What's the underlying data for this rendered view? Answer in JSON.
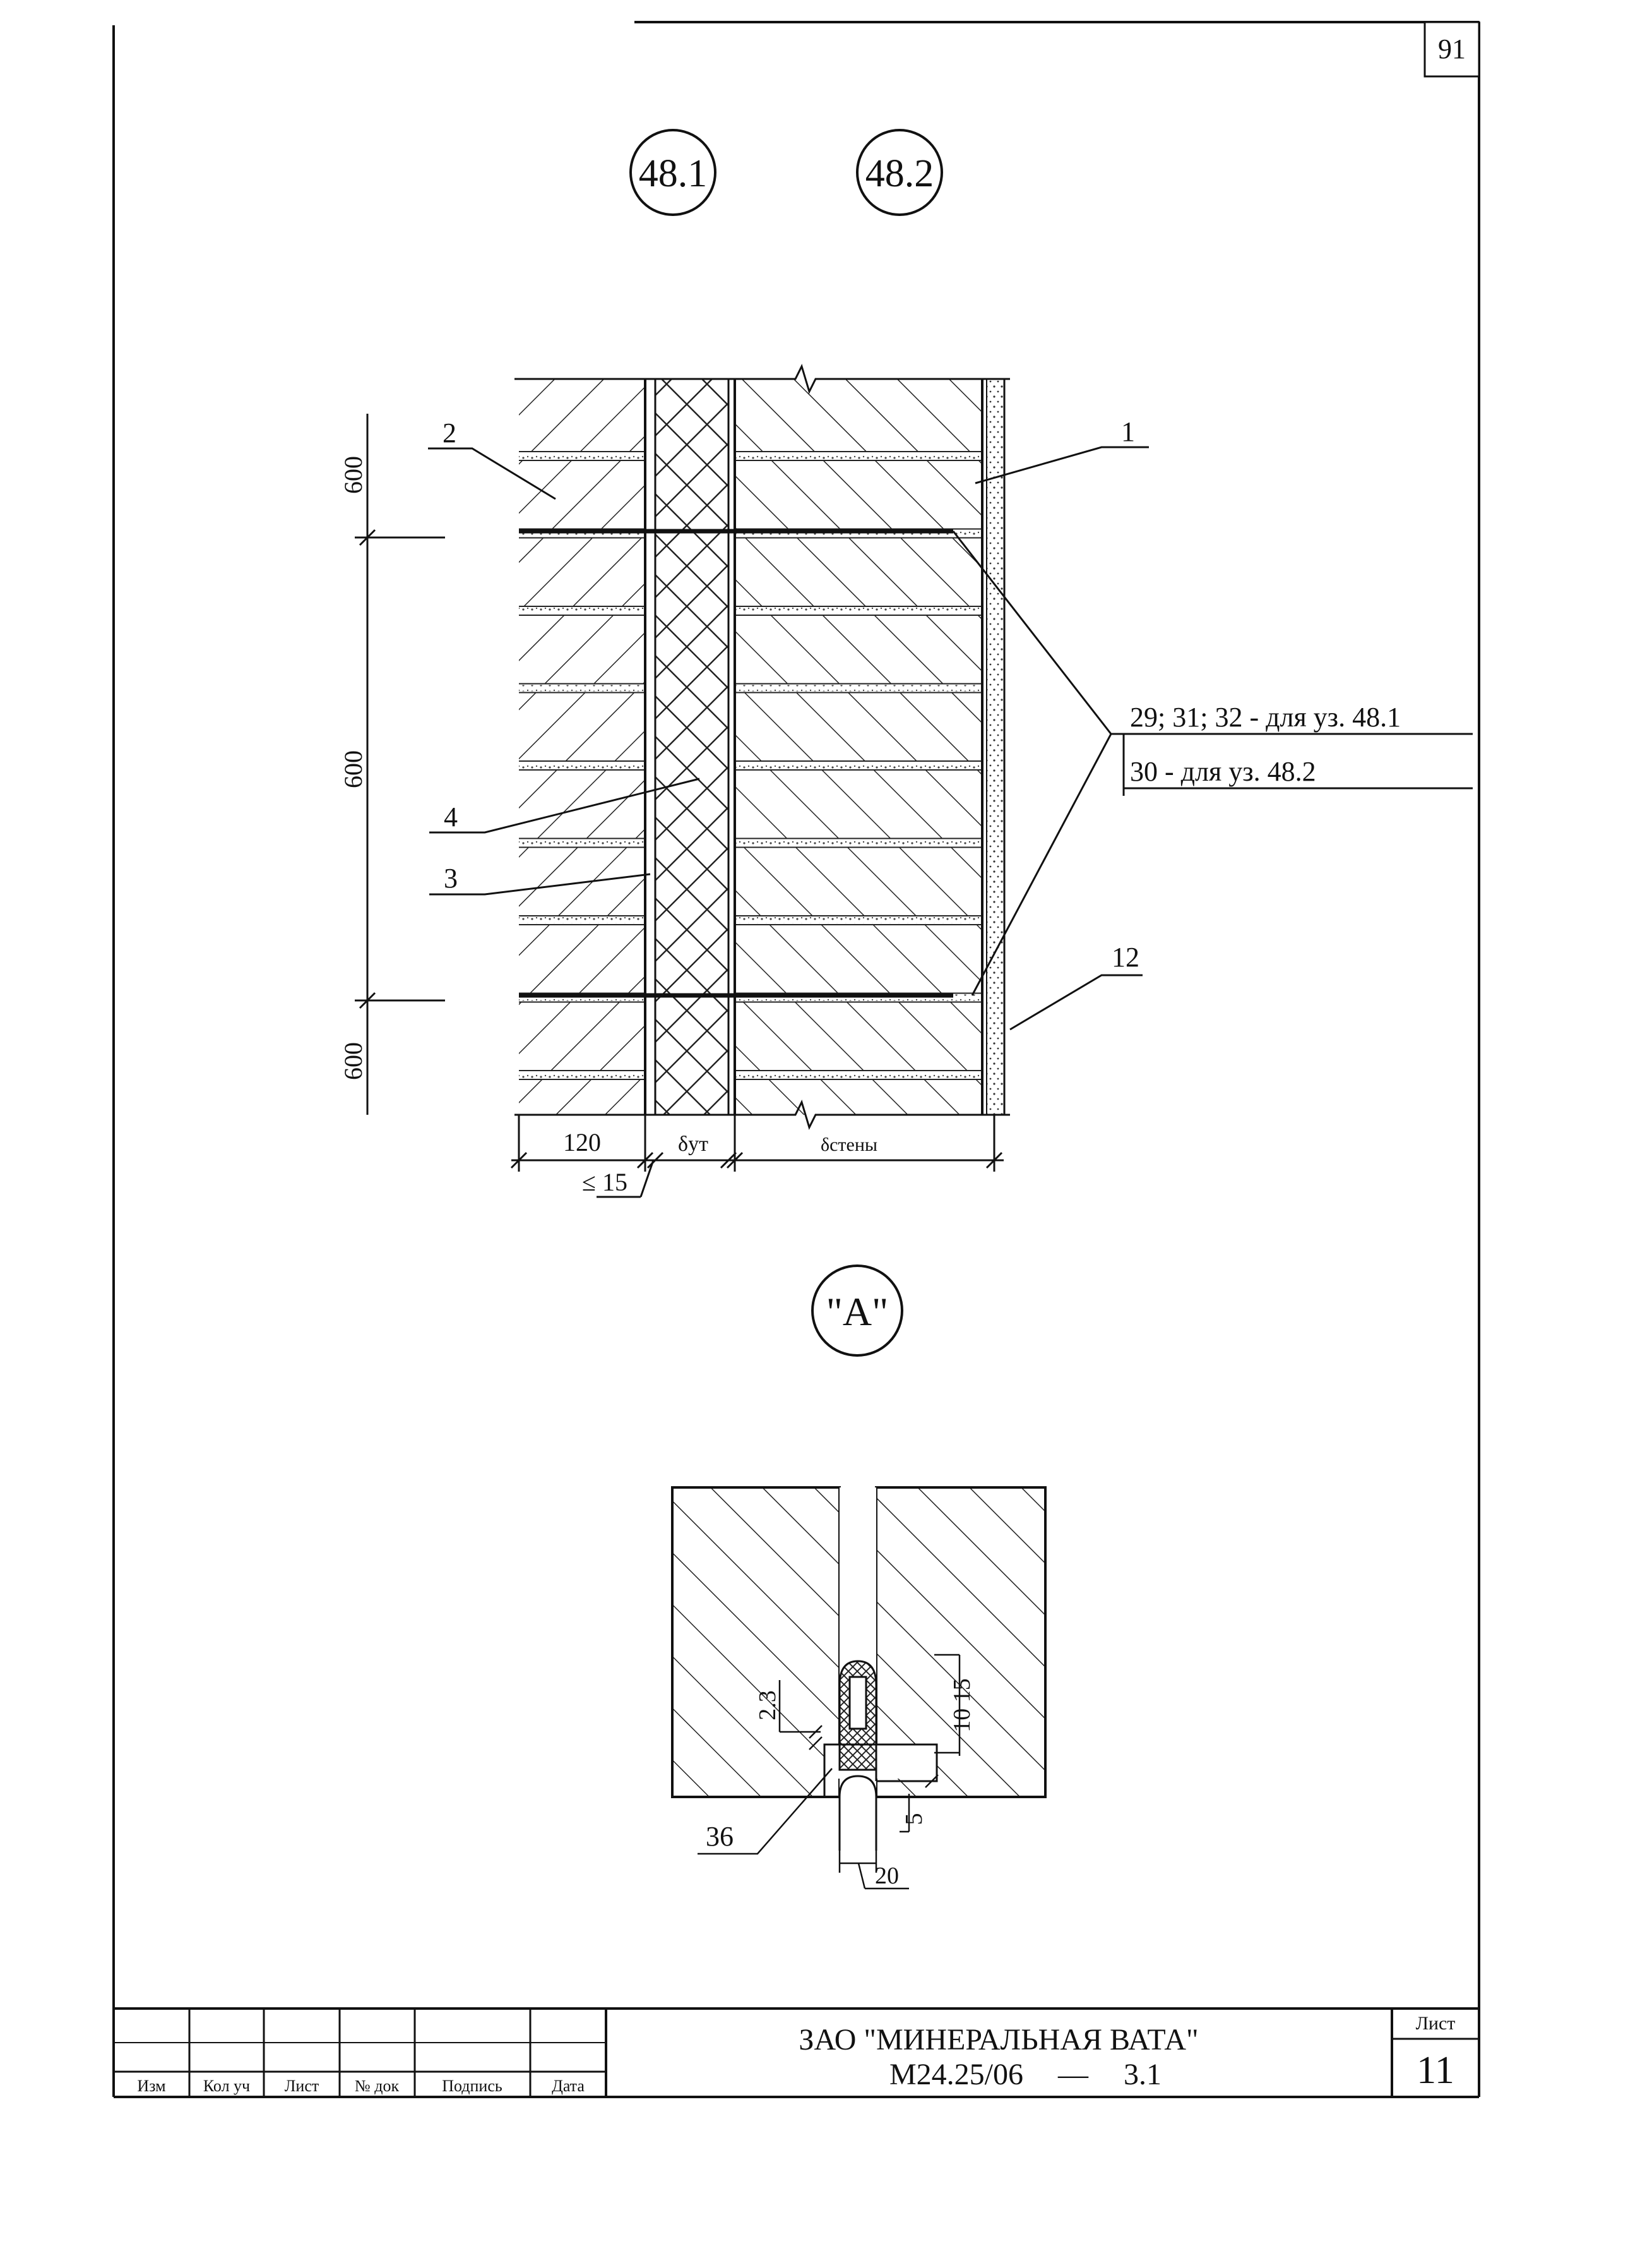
{
  "page_number": "91",
  "node_marks": [
    "48.1",
    "48.2"
  ],
  "detail_mark": "\"A\"",
  "main_section": {
    "dim_vertical": [
      "600",
      "600",
      "600"
    ],
    "dim_bottom": {
      "facing_width": "120",
      "gap_max": "≤ 15",
      "insulation": "δут",
      "wall": "δстены"
    },
    "callouts": {
      "c1": "1",
      "c2": "2",
      "c3": "3",
      "c4": "4",
      "c12": "12",
      "ties_line1": "29; 31; 32 - для уз. 48.1",
      "ties_line2": "30 - для уз. 48.2"
    }
  },
  "detail_a": {
    "dims": {
      "d23": "2.3",
      "d1015": "10  15",
      "d5": "5",
      "d20": "20",
      "c36": "36"
    }
  },
  "title_block": {
    "headers": [
      "Изм",
      "Кол уч",
      "Лист",
      "№ док",
      "Подпись",
      "Дата"
    ],
    "organization": "ЗАО \"МИНЕРАЛЬНАЯ ВАТА\"",
    "document_code": "М24.25/06",
    "dash": "—",
    "section": "3.1",
    "sheet_label": "Лист",
    "sheet_number": "11"
  }
}
